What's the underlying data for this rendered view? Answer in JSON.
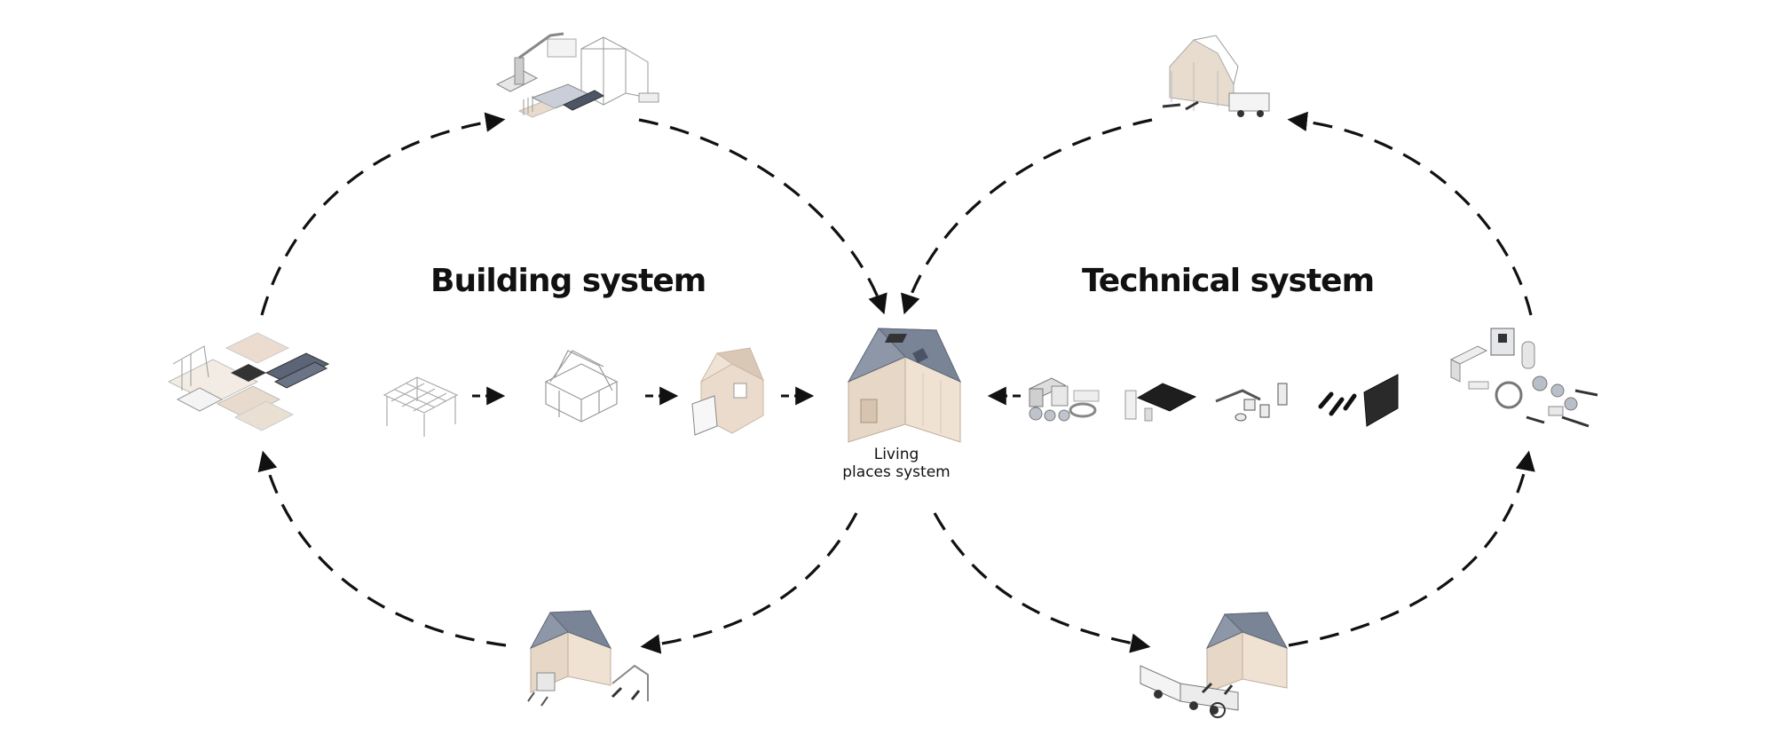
{
  "diagram": {
    "titles": {
      "building": "Building system",
      "technical": "Technical system"
    },
    "center_label": {
      "line1": "Living",
      "line2": "places system"
    }
  },
  "colors": {
    "stroke": "#111111",
    "roof": "#8a93a3",
    "wood": "#e4d6c7",
    "frame": "#9a9a9a",
    "dark": "#222222"
  },
  "illustrations": [
    "construction-site-illustration",
    "components-kit-illustration",
    "floor-frame-illustration",
    "house-frame-illustration",
    "clad-house-illustration",
    "living-places-house-illustration",
    "technical-components-illustration",
    "installation-illustration",
    "disassembly-illustration",
    "transport-illustration",
    "technical-parts-illustration"
  ]
}
